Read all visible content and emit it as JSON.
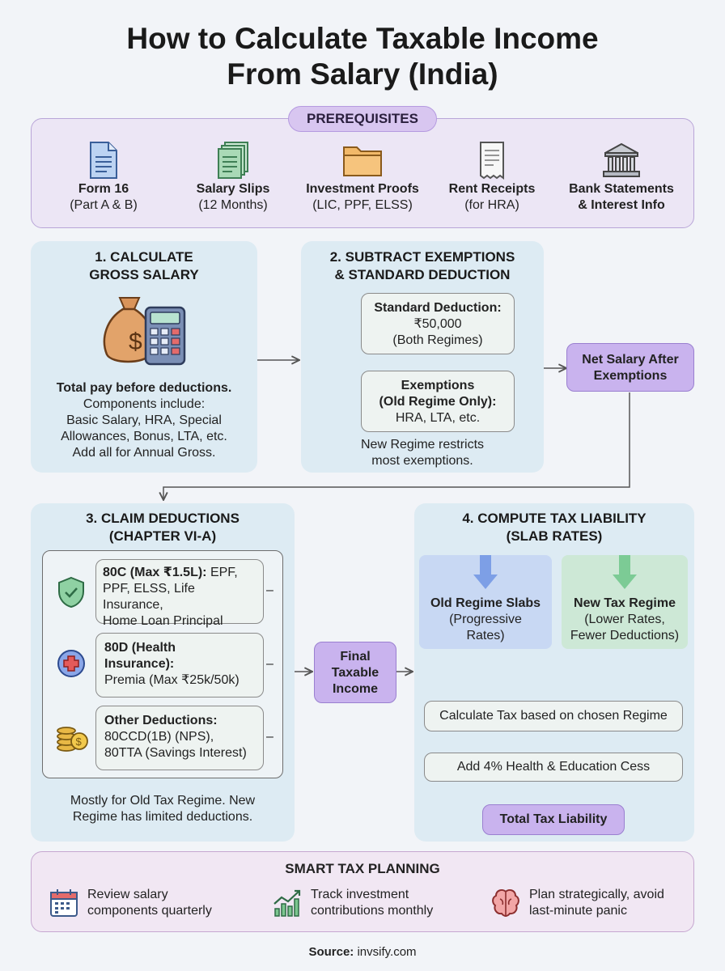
{
  "title": {
    "line1": "How to Calculate Taxable Income",
    "line2": "From Salary (India)"
  },
  "prerequisites": {
    "label": "PREREQUISITES",
    "items": [
      {
        "name": "Form 16",
        "detail": "(Part A & B)",
        "icon": "document-icon"
      },
      {
        "name": "Salary Slips",
        "detail": "(12 Months)",
        "icon": "stacked-pages-icon"
      },
      {
        "name": "Investment Proofs",
        "detail": "(LIC, PPF, ELSS)",
        "icon": "folder-icon"
      },
      {
        "name": "Rent Receipts",
        "detail": "(for HRA)",
        "icon": "receipt-icon"
      },
      {
        "name": "Bank Statements",
        "detail": "& Interest Info",
        "icon": "bank-icon"
      }
    ]
  },
  "step1": {
    "title_l1": "1. CALCULATE",
    "title_l2": "GROSS SALARY",
    "lead": "Total pay before deductions.",
    "body_l1": "Components include:",
    "body_l2": "Basic Salary, HRA, Special",
    "body_l3": "Allowances, Bonus, LTA, etc.",
    "body_l4": "Add all for Annual Gross."
  },
  "step2": {
    "title_l1": "2. SUBTRACT EXEMPTIONS",
    "title_l2": "& STANDARD DEDUCTION",
    "std_title": "Standard Deduction:",
    "std_amount": "₹50,000",
    "std_note": "(Both Regimes)",
    "ex_title_l1": "Exemptions",
    "ex_title_l2": "(Old Regime Only):",
    "ex_detail": "HRA, LTA, etc.",
    "note_l1": "New Regime restricts",
    "note_l2": "most exemptions."
  },
  "net_salary": {
    "l1": "Net Salary After",
    "l2": "Exemptions"
  },
  "step3": {
    "title_l1": "3. CLAIM DEDUCTIONS",
    "title_l2": "(CHAPTER VI-A)",
    "d80c": {
      "bold": "80C (Max ₹1.5L):",
      "rest1": " EPF,",
      "l2": "PPF, ELSS, Life Insurance,",
      "l3": "Home Loan Principal"
    },
    "d80d": {
      "l1": "80D (Health",
      "l2": "Insurance):",
      "l3": "Premia (Max ₹25k/50k)"
    },
    "other": {
      "l1": "Other Deductions:",
      "l2": "80CCD(1B) (NPS),",
      "l3": "80TTA (Savings Interest)"
    },
    "minus": "–",
    "note_l1": "Mostly for Old Tax Regime. New",
    "note_l2": "Regime has limited deductions."
  },
  "final_taxable": {
    "l1": "Final",
    "l2": "Taxable",
    "l3": "Income"
  },
  "step4": {
    "title_l1": "4. COMPUTE TAX LIABILITY",
    "title_l2": "(SLAB RATES)",
    "old": {
      "l1": "Old Regime Slabs",
      "l2": "(Progressive",
      "l3": "Rates)"
    },
    "new": {
      "l1": "New Tax Regime",
      "l2": "(Lower Rates,",
      "l3": "Fewer Deductions)"
    },
    "calc": "Calculate Tax based on chosen Regime",
    "cess": "Add 4% Health & Education Cess",
    "total": "Total Tax Liability"
  },
  "tips": {
    "title": "SMART TAX PLANNING",
    "items": [
      {
        "l1": "Review salary",
        "l2": "components quarterly",
        "icon": "calendar-icon"
      },
      {
        "l1": "Track investment",
        "l2": "contributions monthly",
        "icon": "growth-chart-icon"
      },
      {
        "l1": "Plan strategically, avoid",
        "l2": "last-minute panic",
        "icon": "brain-icon"
      }
    ]
  },
  "source": {
    "label": "Source:",
    "value": "invsify.com"
  },
  "colors": {
    "panel_blue": "#ddebf3",
    "accent_purple": "#c9b3ee",
    "prereq_bg": "#ece6f5"
  }
}
